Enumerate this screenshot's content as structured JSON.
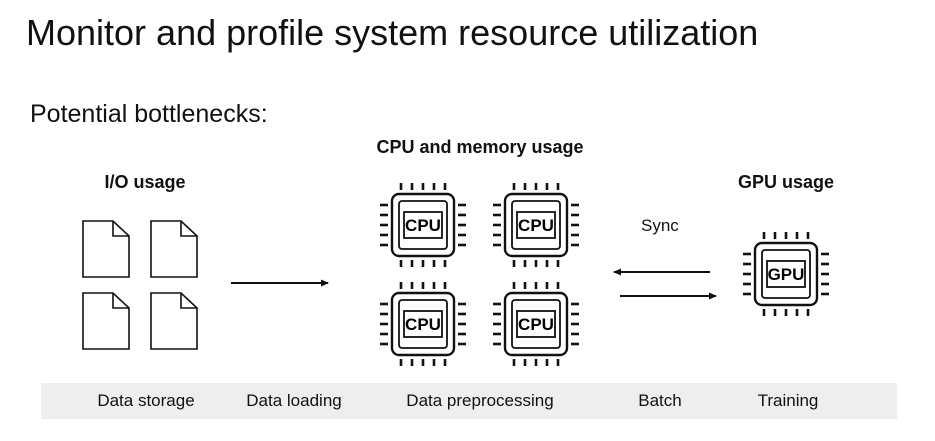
{
  "title": "Monitor and profile system resource utilization",
  "subtitle": "Potential bottlenecks:",
  "labels": {
    "io": "I/O usage",
    "cpu_mem": "CPU and memory usage",
    "gpu": "GPU usage",
    "sync": "Sync"
  },
  "chips": {
    "cpu": "CPU",
    "gpu": "GPU"
  },
  "stages": [
    "Data storage",
    "Data loading",
    "Data preprocessing",
    "Batch",
    "Training"
  ],
  "icons": [
    "document-icon",
    "cpu-chip-icon",
    "gpu-chip-icon",
    "arrow-right-icon",
    "arrow-left-icon"
  ],
  "colors": {
    "stroke": "#111111",
    "stage_bar": "#eeeeee"
  }
}
